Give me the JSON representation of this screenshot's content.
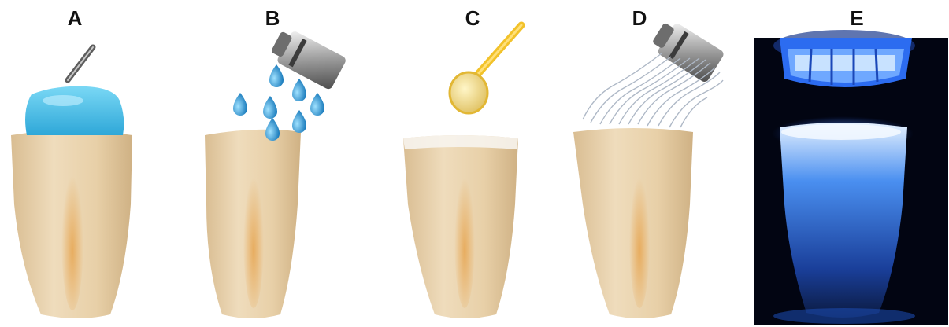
{
  "figure": {
    "panels": [
      {
        "label": "A",
        "step": "etching-gel-application",
        "icon": "gel-applicator-icon"
      },
      {
        "label": "B",
        "step": "water-rinse",
        "icon": "water-spray-icon"
      },
      {
        "label": "C",
        "step": "adhesive-application",
        "icon": "microbrush-icon"
      },
      {
        "label": "D",
        "step": "air-drying",
        "icon": "air-syringe-icon"
      },
      {
        "label": "E",
        "step": "light-curing",
        "icon": "curing-light-icon"
      }
    ],
    "colors": {
      "tooth": "#e9d2ae",
      "tooth_shadow": "#d8b27a",
      "gel": "#4fc0e6",
      "water": "#1a8fd0",
      "brush": "#f2c22a",
      "curing_light": "#2f7bff",
      "background_e": "#020512"
    }
  }
}
